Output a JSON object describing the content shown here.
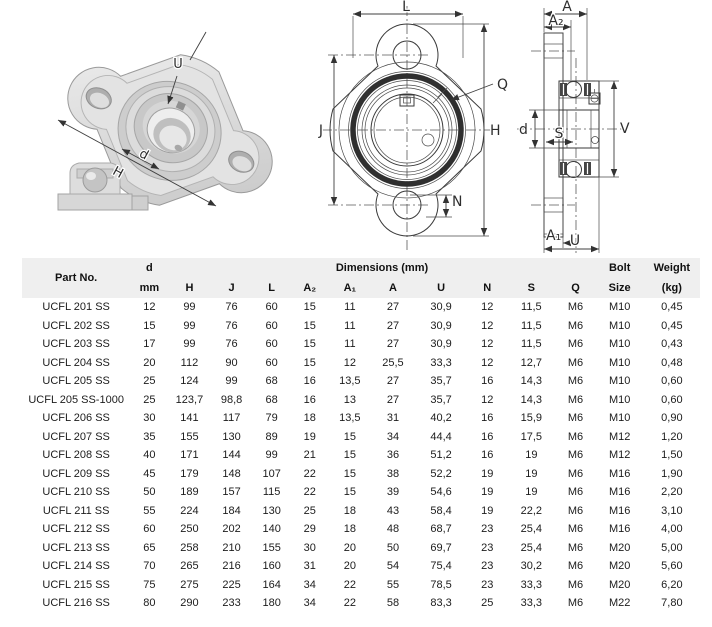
{
  "colors": {
    "table_header_bg": "#efefef",
    "drawing_line": "#3a3a3a"
  },
  "drawings": {
    "iso": {
      "label_u": "U",
      "label_d": "d",
      "label_h": "H"
    },
    "front": {
      "label_l": "L",
      "label_j": "J",
      "label_h": "H",
      "label_q": "Q",
      "label_n": "N"
    },
    "side": {
      "label_a": "A",
      "label_a2": "A₂",
      "label_d": "d",
      "label_s": "S",
      "label_v": "V",
      "label_a1": "A₁",
      "label_u": "U"
    }
  },
  "table": {
    "header": {
      "part": "Part No.",
      "d_top": "d",
      "d_bottom": "mm",
      "dims_group": "Dimensions (mm)",
      "dim_cols": [
        "H",
        "J",
        "L",
        "A₂",
        "A₁",
        "A",
        "U",
        "N",
        "S",
        "Q"
      ],
      "bolt_top": "Bolt",
      "bolt_bottom": "Size",
      "weight_top": "Weight",
      "weight_bottom": "(kg)"
    },
    "rows": [
      {
        "part": "UCFL 201 SS",
        "values": [
          "12",
          "99",
          "76",
          "60",
          "15",
          "11",
          "27",
          "30,9",
          "12",
          "11,5",
          "M6",
          "M10",
          "0,45"
        ]
      },
      {
        "part": "UCFL 202 SS",
        "values": [
          "15",
          "99",
          "76",
          "60",
          "15",
          "11",
          "27",
          "30,9",
          "12",
          "11,5",
          "M6",
          "M10",
          "0,45"
        ]
      },
      {
        "part": "UCFL 203 SS",
        "values": [
          "17",
          "99",
          "76",
          "60",
          "15",
          "11",
          "27",
          "30,9",
          "12",
          "11,5",
          "M6",
          "M10",
          "0,43"
        ]
      },
      {
        "part": "UCFL 204 SS",
        "values": [
          "20",
          "112",
          "90",
          "60",
          "15",
          "12",
          "25,5",
          "33,3",
          "12",
          "12,7",
          "M6",
          "M10",
          "0,48"
        ]
      },
      {
        "part": "UCFL 205 SS",
        "values": [
          "25",
          "124",
          "99",
          "68",
          "16",
          "13,5",
          "27",
          "35,7",
          "16",
          "14,3",
          "M6",
          "M10",
          "0,60"
        ]
      },
      {
        "part": "UCFL 205 SS-1000",
        "values": [
          "25",
          "123,7",
          "98,8",
          "68",
          "16",
          "13",
          "27",
          "35,7",
          "12",
          "14,3",
          "M6",
          "M10",
          "0,60"
        ]
      },
      {
        "part": "UCFL 206 SS",
        "values": [
          "30",
          "141",
          "117",
          "79",
          "18",
          "13,5",
          "31",
          "40,2",
          "16",
          "15,9",
          "M6",
          "M10",
          "0,90"
        ]
      },
      {
        "part": "UCFL 207 SS",
        "values": [
          "35",
          "155",
          "130",
          "89",
          "19",
          "15",
          "34",
          "44,4",
          "16",
          "17,5",
          "M6",
          "M12",
          "1,20"
        ]
      },
      {
        "part": "UCFL 208 SS",
        "values": [
          "40",
          "171",
          "144",
          "99",
          "21",
          "15",
          "36",
          "51,2",
          "16",
          "19",
          "M6",
          "M12",
          "1,50"
        ]
      },
      {
        "part": "UCFL 209 SS",
        "values": [
          "45",
          "179",
          "148",
          "107",
          "22",
          "15",
          "38",
          "52,2",
          "19",
          "19",
          "M6",
          "M16",
          "1,90"
        ]
      },
      {
        "part": "UCFL 210 SS",
        "values": [
          "50",
          "189",
          "157",
          "115",
          "22",
          "15",
          "39",
          "54,6",
          "19",
          "19",
          "M6",
          "M16",
          "2,20"
        ]
      },
      {
        "part": "UCFL 211 SS",
        "values": [
          "55",
          "224",
          "184",
          "130",
          "25",
          "18",
          "43",
          "58,4",
          "19",
          "22,2",
          "M6",
          "M16",
          "3,10"
        ]
      },
      {
        "part": "UCFL 212 SS",
        "values": [
          "60",
          "250",
          "202",
          "140",
          "29",
          "18",
          "48",
          "68,7",
          "23",
          "25,4",
          "M6",
          "M16",
          "4,00"
        ]
      },
      {
        "part": "UCFL 213 SS",
        "values": [
          "65",
          "258",
          "210",
          "155",
          "30",
          "20",
          "50",
          "69,7",
          "23",
          "25,4",
          "M6",
          "M20",
          "5,00"
        ]
      },
      {
        "part": "UCFL 214 SS",
        "values": [
          "70",
          "265",
          "216",
          "160",
          "31",
          "20",
          "54",
          "75,4",
          "23",
          "30,2",
          "M6",
          "M20",
          "5,60"
        ]
      },
      {
        "part": "UCFL 215 SS",
        "values": [
          "75",
          "275",
          "225",
          "164",
          "34",
          "22",
          "55",
          "78,5",
          "23",
          "33,3",
          "M6",
          "M20",
          "6,20"
        ]
      },
      {
        "part": "UCFL 216 SS",
        "values": [
          "80",
          "290",
          "233",
          "180",
          "34",
          "22",
          "58",
          "83,3",
          "25",
          "33,3",
          "M6",
          "M22",
          "7,80"
        ]
      }
    ]
  }
}
